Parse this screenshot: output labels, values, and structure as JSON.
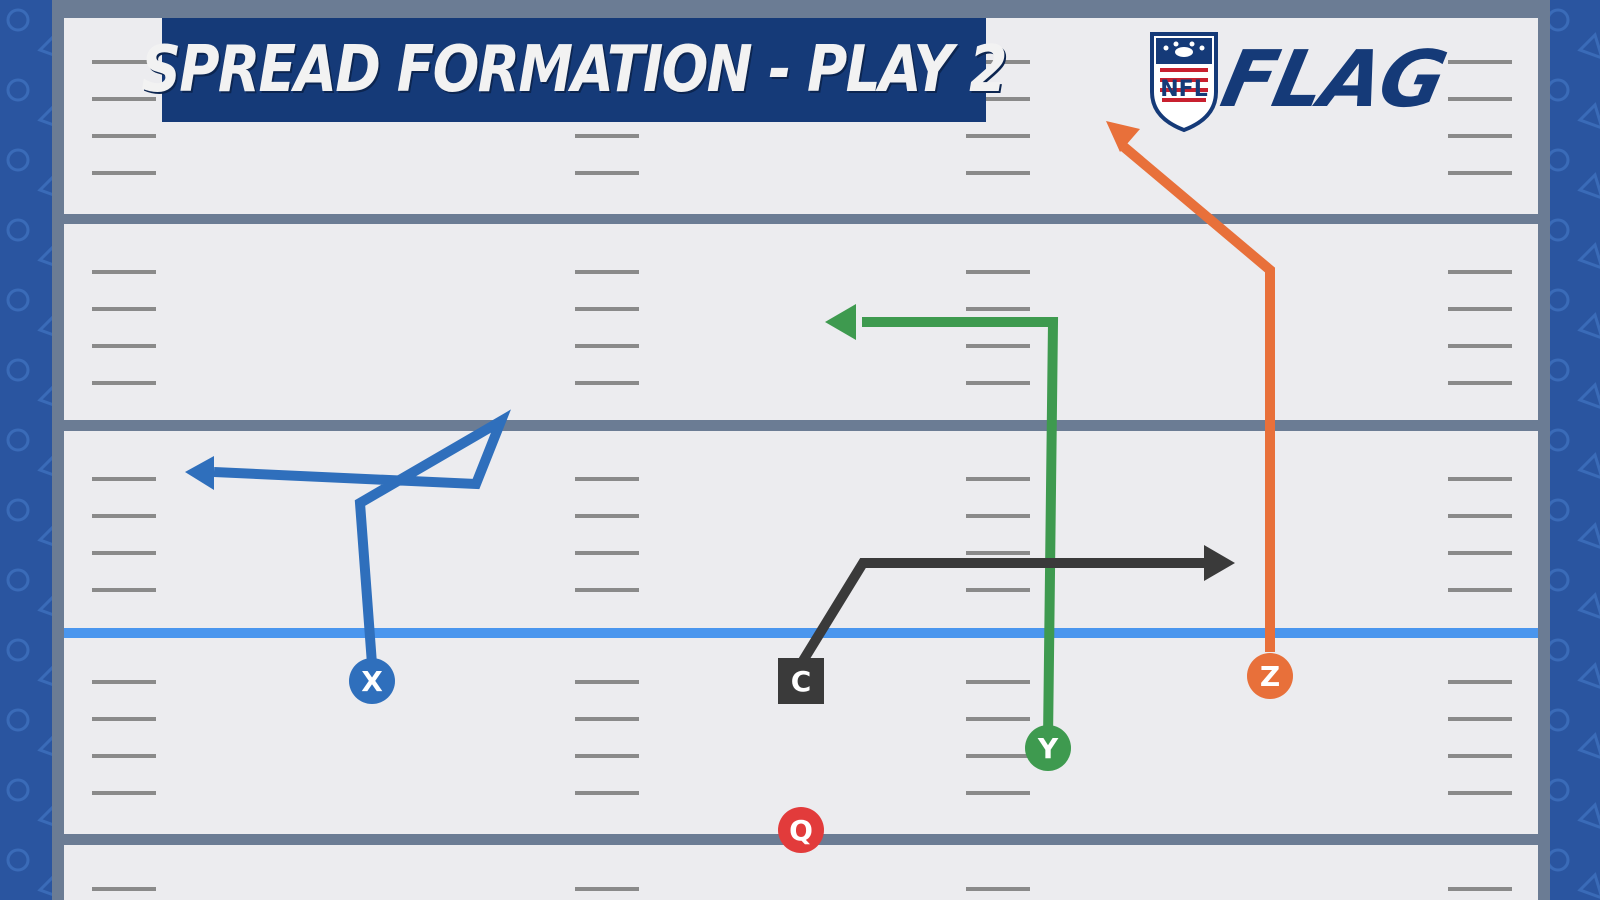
{
  "title": "SPREAD FORMATION - PLAY 2",
  "logo": {
    "shield_text": "NFL",
    "wordmark": "FLAG"
  },
  "colors": {
    "field": "#ececef",
    "border": "#6b7c94",
    "line_of_scrimmage": "#4a96ee",
    "banner": "#153a78",
    "background": "#2a55a0"
  },
  "players": [
    {
      "id": "X",
      "shape": "circle",
      "color": "#2f6fbc"
    },
    {
      "id": "C",
      "shape": "square",
      "color": "#3a3a3a"
    },
    {
      "id": "Y",
      "shape": "circle",
      "color": "#3e9a4f"
    },
    {
      "id": "Z",
      "shape": "circle",
      "color": "#e8703a"
    },
    {
      "id": "Q",
      "shape": "circle",
      "color": "#e23b3b"
    }
  ]
}
